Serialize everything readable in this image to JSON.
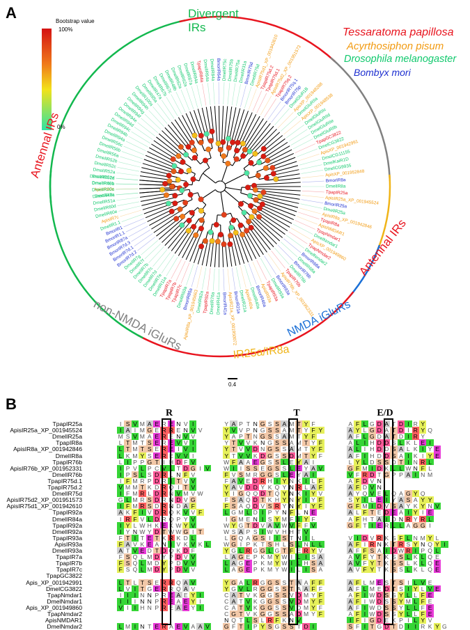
{
  "panel_labels": {
    "a": "A",
    "b": "B"
  },
  "legend": {
    "title": "Bootstrap value",
    "top_label": "100%",
    "bottom_label": "0%",
    "species": [
      {
        "name": "Tessaratoma papillosa",
        "color": "#e8141e"
      },
      {
        "name": "Acyrthosiphon pisum",
        "color": "#f29b12"
      },
      {
        "name": "Drosophila melanogaster",
        "color": "#12c96e"
      },
      {
        "name": "Bombyx mori",
        "color": "#1d2fd0"
      }
    ]
  },
  "clades": [
    {
      "label": "Divergent IRs",
      "color": "#12b84e"
    },
    {
      "label": "Antennal IRs",
      "color": "#e8141e"
    },
    {
      "label": "Antennal IRs",
      "color": "#e8141e"
    },
    {
      "label": "NMDA iGluRs",
      "color": "#1a6fd6"
    },
    {
      "label": "IR25a/IR8a",
      "color": "#f0b418"
    },
    {
      "label": "non-NMDA iGluRs",
      "color": "#808080"
    }
  ],
  "scale_bar": "0.4",
  "tree_tips": [
    {
      "t": "DmelIR7a",
      "s": 2
    },
    {
      "t": "ApisIR60c",
      "s": 1
    },
    {
      "t": "DmelIR60b",
      "s": 2
    },
    {
      "t": "DmelIR52d",
      "s": 2
    },
    {
      "t": "DmelIR52a",
      "s": 2
    },
    {
      "t": "DmelIR52c",
      "s": 2
    },
    {
      "t": "DmelIR52b",
      "s": 2
    },
    {
      "t": "DmelIR56a",
      "s": 2
    },
    {
      "t": "DmelIR56b",
      "s": 2
    },
    {
      "t": "DmelIR56c",
      "s": 2
    },
    {
      "t": "DmelIR94a",
      "s": 2
    },
    {
      "t": "DmelIR94b",
      "s": 2
    },
    {
      "t": "DmelIR94c",
      "s": 2
    },
    {
      "t": "DmelIR94d",
      "s": 2
    },
    {
      "t": "DmelIR94e",
      "s": 2
    },
    {
      "t": "DmelIR94f",
      "s": 2
    },
    {
      "t": "DmelIR94g",
      "s": 2
    },
    {
      "t": "DmelIR94h",
      "s": 2
    },
    {
      "t": "DmelIR100a",
      "s": 2
    },
    {
      "t": "DmelIR85a",
      "s": 2
    },
    {
      "t": "DmelIR47a",
      "s": 2
    },
    {
      "t": "DmelIR67b",
      "s": 2
    },
    {
      "t": "DmelIR67c",
      "s": 2
    },
    {
      "t": "DmelIR48b",
      "s": 2
    },
    {
      "t": "DmelIR62a",
      "s": 2
    },
    {
      "t": "DmelIR62a",
      "s": 2
    },
    {
      "t": "DmelIR87a",
      "s": 2
    },
    {
      "t": "DmelIR84a",
      "s": 2
    },
    {
      "t": "TpapIR84a",
      "s": 0
    },
    {
      "t": "DmelIR64a",
      "s": 2
    },
    {
      "t": "DmelIR84a",
      "s": 2
    },
    {
      "t": "BmorIR64a",
      "s": 3
    },
    {
      "t": "DmelIR75c",
      "s": 2
    },
    {
      "t": "DmelIR75b",
      "s": 2
    },
    {
      "t": "DmelIR75a",
      "s": 2
    },
    {
      "t": "DmelIR31a",
      "s": 2
    },
    {
      "t": "BmorIR75d",
      "s": 3
    },
    {
      "t": "DmelIR75d",
      "s": 2
    },
    {
      "t": "ApisIR75d1_XP_001942610",
      "s": 1
    },
    {
      "t": "TpapIR75d.2",
      "s": 0
    },
    {
      "t": "TpapIR75d.1",
      "s": 0
    },
    {
      "t": "ApisIR75d2_XP_001951573",
      "s": 1
    },
    {
      "t": "TpapIR75q.2",
      "s": 0
    },
    {
      "t": "BmorIR75q.1",
      "s": 3
    },
    {
      "t": "BmorIR75p",
      "s": 3
    },
    {
      "t": "DmelGluR1B",
      "s": 2
    },
    {
      "t": "ApisXP_001948288",
      "s": 1
    },
    {
      "t": "DmelGluRIIa",
      "s": 2
    },
    {
      "t": "ApisXP_001948538",
      "s": 1
    },
    {
      "t": "DmelGluRIIc",
      "s": 2
    },
    {
      "t": "DmelGluRIId",
      "s": 2
    },
    {
      "t": "DmelGluRIIe",
      "s": 2
    },
    {
      "t": "DmelGluRIIb",
      "s": 2
    },
    {
      "t": "TpapGC3822",
      "s": 0
    },
    {
      "t": "DmelCG3822",
      "s": 2
    },
    {
      "t": "ApisXP_001942991",
      "s": 1
    },
    {
      "t": "DmelCG11155",
      "s": 2
    },
    {
      "t": "DmelKaiR1D",
      "s": 2
    },
    {
      "t": "DmelCG9935",
      "s": 2
    },
    {
      "t": "ApisXP_001952848",
      "s": 1
    },
    {
      "t": "BmorIR8a",
      "s": 3
    },
    {
      "t": "DmelIR8a",
      "s": 2
    },
    {
      "t": "TpapIR25a",
      "s": 0
    },
    {
      "t": "ApisIR25a_XP_001945524",
      "s": 1
    },
    {
      "t": "BmorIR25a",
      "s": 3
    },
    {
      "t": "DmelIR25a",
      "s": 2
    },
    {
      "t": "ApisIR8a_XP_001942846",
      "s": 1
    },
    {
      "t": "TpapIR8a",
      "s": 0
    },
    {
      "t": "ApisNMDAR1",
      "s": 1
    },
    {
      "t": "TpapNmdar1",
      "s": 0
    },
    {
      "t": "DmelNmdar1",
      "s": 2
    },
    {
      "t": "ApisXP_001949860",
      "s": 1
    },
    {
      "t": "TpapNmdar2",
      "s": 0
    },
    {
      "t": "DmelNmdar2",
      "s": 2
    },
    {
      "t": "BmorIR68a",
      "s": 3
    },
    {
      "t": "DmelIR68a",
      "s": 2
    },
    {
      "t": "BmorIR76b",
      "s": 3
    },
    {
      "t": "DmelIR76b",
      "s": 2
    },
    {
      "t": "TpapIR76b",
      "s": 0
    },
    {
      "t": "ApisIR76b_XP_001952331",
      "s": 1
    },
    {
      "t": "BmorIR93a",
      "s": 3
    },
    {
      "t": "DmelIR93a",
      "s": 2
    },
    {
      "t": "TpapIR93a",
      "s": 0
    },
    {
      "t": "ApisIR93a",
      "s": 1
    },
    {
      "t": "BmorIR40a",
      "s": 3
    },
    {
      "t": "DmelIR40a",
      "s": 2
    },
    {
      "t": "ApisIR40a",
      "s": 1
    },
    {
      "t": "DmelIR21a",
      "s": 2
    },
    {
      "t": "BmorIR21a",
      "s": 3
    },
    {
      "t": "ApisIR21a_XP_001950072",
      "s": 1
    },
    {
      "t": "BmorIR41a",
      "s": 3
    },
    {
      "t": "DmelIR41a",
      "s": 2
    },
    {
      "t": "DmelIR76a",
      "s": 2
    },
    {
      "t": "TpapIR92a",
      "s": 0
    },
    {
      "t": "DmelIR92a",
      "s": 2
    },
    {
      "t": "ApisIR8a_XP_001945663",
      "s": 1
    },
    {
      "t": "BmorIR85a",
      "s": 3
    },
    {
      "t": "DmelIR60a",
      "s": 2
    },
    {
      "t": "TpapIR7c",
      "s": 0
    },
    {
      "t": "TpapIR7b",
      "s": 0
    },
    {
      "t": "TpapIR7a",
      "s": 0
    },
    {
      "t": "DmelIR11a",
      "s": 2
    },
    {
      "t": "DmelIR7e",
      "s": 2
    },
    {
      "t": "DmelIR7d",
      "s": 2
    },
    {
      "t": "DmelIR7c",
      "s": 2
    },
    {
      "t": "DmelIR7b",
      "s": 2
    },
    {
      "t": "DmelIR7f",
      "s": 2
    },
    {
      "t": "DmelIR7g",
      "s": 2
    },
    {
      "t": "BmorIR7d.2",
      "s": 3
    },
    {
      "t": "BmorIR7d.1",
      "s": 3
    },
    {
      "t": "BmorIR7d.3",
      "s": 3
    },
    {
      "t": "BmorIR87a",
      "s": 3
    },
    {
      "t": "BmorIR1.1",
      "s": 3
    },
    {
      "t": "BmorIR1",
      "s": 3
    },
    {
      "t": "DmelIR1.1",
      "s": 2
    },
    {
      "t": "ApisIR7c",
      "s": 1
    },
    {
      "t": "DmelIR60e",
      "s": 2
    },
    {
      "t": "DmelIR60d",
      "s": 2
    },
    {
      "t": "DmelIR51a",
      "s": 2
    },
    {
      "t": "DmelIR48c",
      "s": 2
    },
    {
      "t": "DmelIR20a",
      "s": 2
    },
    {
      "t": "DmelIR48a",
      "s": 2
    },
    {
      "t": "DmelIR101a",
      "s": 2
    }
  ],
  "alignment": {
    "columns": [
      "R",
      "T",
      "E/D"
    ],
    "rows": [
      {
        "name": "TpapIR25a",
        "s1": "ISVMAERENVI",
        "s2": "YAPTNGSSAMTYF",
        "s3": "AFLGDATDIRY"
      },
      {
        "name": "ApisIR25a_XP_001945524",
        "s1": "IAIMGERRENVV",
        "s2": "YVVPNGSSAMTYFY",
        "s3": "AYLGDATDIRYQ"
      },
      {
        "name": "DmelIR25a",
        "s1": "MSVMAERENVV",
        "s2": "YAPTNGSSAMTYF",
        "s3": "AFLGDATDIRY"
      },
      {
        "name": "TpapIR8a",
        "s1": "LTMTSEREVVI",
        "s2": "YTVVKNGSSAMTYF",
        "s3": "ALIHDDSLKLEI"
      },
      {
        "name": "ApisIR8a_XP_001942846",
        "s1": "LTMTSEREIVI",
        "s2": "YTVVDNGSSAMTYF",
        "s3": "ALIHDDSALKIYE"
      },
      {
        "name": "DmelIR8a",
        "s1": "LKMYSEREVVI",
        "s2": "YTVVKDGSSDMTYF",
        "s3": "AFIHDDSAIKIYE"
      },
      {
        "name": "TpapIR76b",
        "s1": "LIPPGTIHDFV",
        "s2": "WFAAEGSSLEYAI",
        "s3": "LYLDSSDTINRL"
      },
      {
        "name": "ApisIR76b_XP_001952331",
        "s1": "IPVLPCVLTDGIV",
        "s2": "WIISSEGSSLEYAV",
        "s3": "GFMIDKLLWNFL"
      },
      {
        "name": "DmelIR76b",
        "s1": "IPSLSDRLNFV",
        "s2": "FVSMRGGSLEYAI",
        "s3": "VFRDTGPPAINM"
      },
      {
        "name": "TpapIR75d.1",
        "s1": "IFMRPDRITVV",
        "s2": "FAVEDRHIYNKILF",
        "s3": "AFDVN"
      },
      {
        "name": "TpapIR75d.2",
        "s1": "VMMTKDRQITV",
        "s2": "YAVDDYKQYNRLAF",
        "s3": "AFDVN"
      },
      {
        "name": "DmelIR75d",
        "s1": "IFMRLDRNVMVW",
        "s2": "YIGQQDTQYNKIYV",
        "s3": "AYQVELQAGYQ"
      },
      {
        "name": "ApisIR75d2_XP_001951573",
        "s1": "GLMRSDRNDVG",
        "s2": "FSAQDTKHYNYIYF",
        "s3": "SYILEIYASAYY"
      },
      {
        "name": "ApisIR75d1_XP_001942610",
        "s1": "IFMRSDRNDAF",
        "s2": "FSAQDVSRYNYIYF",
        "s3": "GFMIDVSAYKYNV"
      },
      {
        "name": "TpapIR92a",
        "s1": "AKFIVDRQKVVF",
        "s2": "LGMLDIPYNFLNE",
        "s3": "ALFTEDEAIYIE"
      },
      {
        "name": "DmelIR84a",
        "s1": "IRFVLDRQPYV",
        "s2": "IGMENISYMFIYF",
        "s3": "AFHTAIDNRYRL"
      },
      {
        "name": "TpapIR92a",
        "s1": "IYLWHKEKWYV",
        "s2": "WYGTDVAVWVFFV",
        "s3": "GFTIERLLAGGI"
      },
      {
        "name": "DmelIR92a",
        "s1": "IYNWYDTWWGIT",
        "s2": "WSAPSIWVHHTV",
        "s3": ""
      },
      {
        "name": "TpapIR93a",
        "s1": "FTITETKRKDL",
        "s2": "LGQAGSIISTNIL",
        "s3": "VIDVRKSFLNMYL"
      },
      {
        "name": "ApisIR93a",
        "s1": "FAVKEANIVKVKL",
        "s2": "WGIPKTSHLSLNLL",
        "s3": "AFIRNKTRSYNQYI"
      },
      {
        "name": "DmelIR93a",
        "s1": "ATVEDTDQKDF",
        "s2": "YGLRGGLGTFERYV",
        "s3": "AFFSAIDWRIPQL"
      },
      {
        "name": "TpapIR7a",
        "s1": "FSQLMDYPDVV",
        "s2": "LAGEPKMYWILISA",
        "s3": "AVFYTKSSLKLQE"
      },
      {
        "name": "TpapIR7b",
        "s1": "FSQLMDYPDVV",
        "s2": "LAGEPKMYWILHSA",
        "s3": "AVFYTKSSLKLQE"
      },
      {
        "name": "TpapIR7c",
        "s1": "FSQLMDYPDVV",
        "s2": "LAGEPKMYWILISA",
        "s3": "AVFYTKSSLKLQE"
      },
      {
        "name": "TpapGC3822",
        "s1": "",
        "s2": "",
        "s3": ""
      },
      {
        "name": "Apis_XP_001942991",
        "s1": "LTLTSERRQAV",
        "s2": "YGALRGGSSTAAFF",
        "s3": "AFLMESTSILVE"
      },
      {
        "name": "DmelCG3822",
        "s1": "LVITGERRQAV",
        "s2": "YGVLRGGSSTAAFF",
        "s3": "AFLMEDTSIYLVE"
      },
      {
        "name": "TpapNmdar1",
        "s1": "IIINNPREAEYI",
        "s2": "CATVKGGSSVDMYF",
        "s3": "AFIWDSSYLLFE"
      },
      {
        "name": "DmelNmdar1",
        "s1": "IIINNPREAEYI",
        "s2": "CATVKGGSSVDMYF",
        "s3": "AFIWDSSYMLFE"
      },
      {
        "name": "Apis_XP_001949860",
        "s1": "VIIHNPREAEYI",
        "s2": "CATVKGGSSVDMYF",
        "s3": "AFIWDSSYLLFE"
      },
      {
        "name": "TpapNmdar2",
        "s1": "",
        "s2": "CGTVKGGSSADMYF",
        "s3": "AFIWDSSYLLFE"
      },
      {
        "name": "ApisNMDAR1",
        "s1": "",
        "s2": "NQTLSLRFKNV",
        "s3": "IFIGDEKPILYV"
      },
      {
        "name": "DmelNmdar2",
        "s1": "LMINTERAEVAAV",
        "s2": "GFTIPYSGSSTDI",
        "s3": "SFITGDTDIIRKYG"
      }
    ]
  }
}
